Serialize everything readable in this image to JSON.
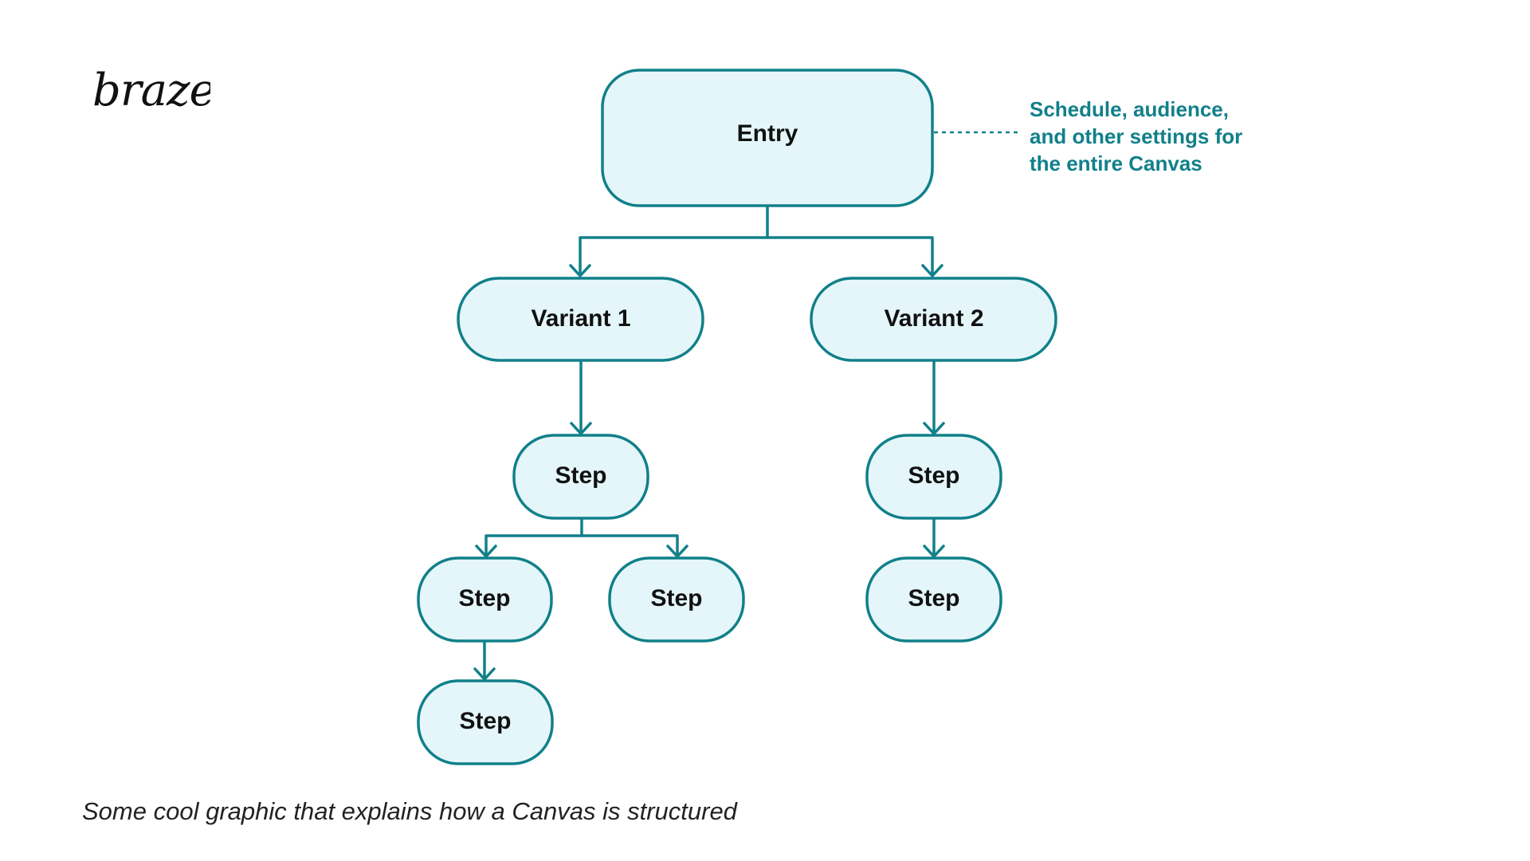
{
  "logo": {
    "text": "braze"
  },
  "nodes": {
    "entry": "Entry",
    "variant1": "Variant 1",
    "variant2": "Variant 2",
    "step": "Step"
  },
  "annotation": {
    "lines": [
      "Schedule, audience,",
      "and other settings for",
      "the entire Canvas"
    ]
  },
  "caption": "Some cool graphic that explains how a Canvas is structured",
  "colors": {
    "accent": "#11808a",
    "node_fill": "#e4f6fa",
    "text": "#111111"
  }
}
